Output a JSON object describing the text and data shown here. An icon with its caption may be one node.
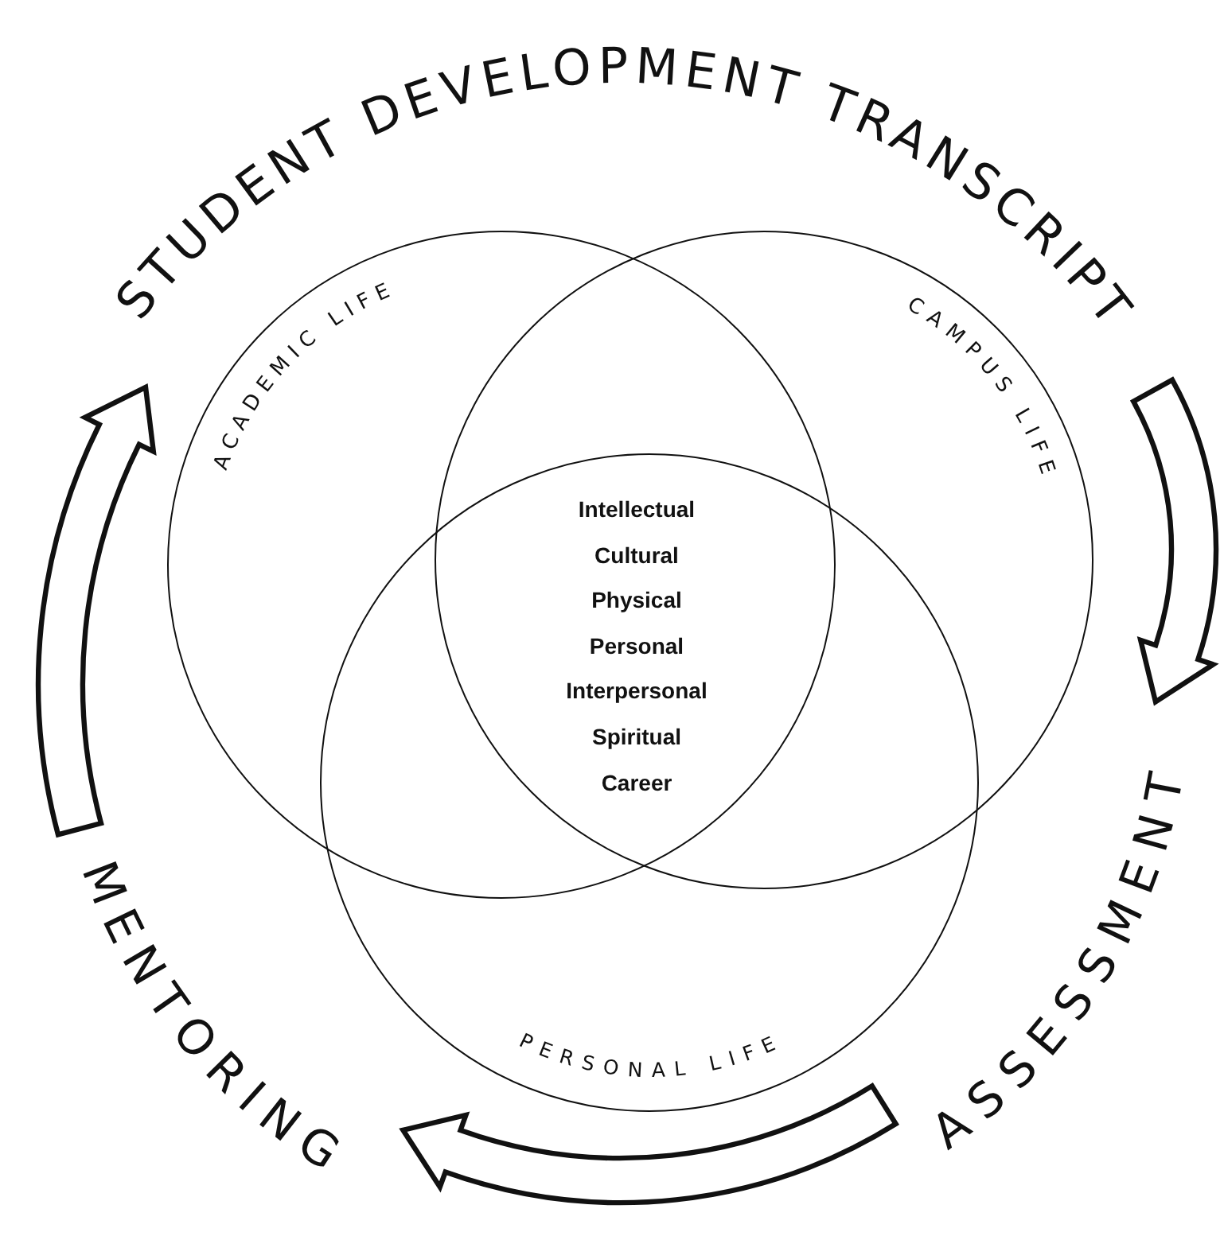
{
  "diagram": {
    "nodes": [
      {
        "text": [
          "STUDENT DEVELOPMENT TRANSCRIPT"
        ]
      },
      {
        "text": [
          "ACADEMIC LIFE"
        ]
      },
      {
        "text": [
          "CAMPUS LIFE"
        ]
      },
      {
        "text": [
          "PERSONAL LIFE"
        ]
      },
      {
        "text": [
          "MENTORING"
        ]
      },
      {
        "text": [
          "ASSESSMENT"
        ]
      }
    ],
    "edges": [
      {
        "from": 0,
        "to": 5,
        "arrow": "to"
      },
      {
        "from": 5,
        "to": 4,
        "arrow": "to"
      },
      {
        "from": 4,
        "to": 0,
        "arrow": "to"
      }
    ],
    "labels": [
      "Intellectual",
      "Cultural",
      "Physical",
      "Personal",
      "Interpersonal",
      "Spiritual",
      "Career"
    ]
  }
}
